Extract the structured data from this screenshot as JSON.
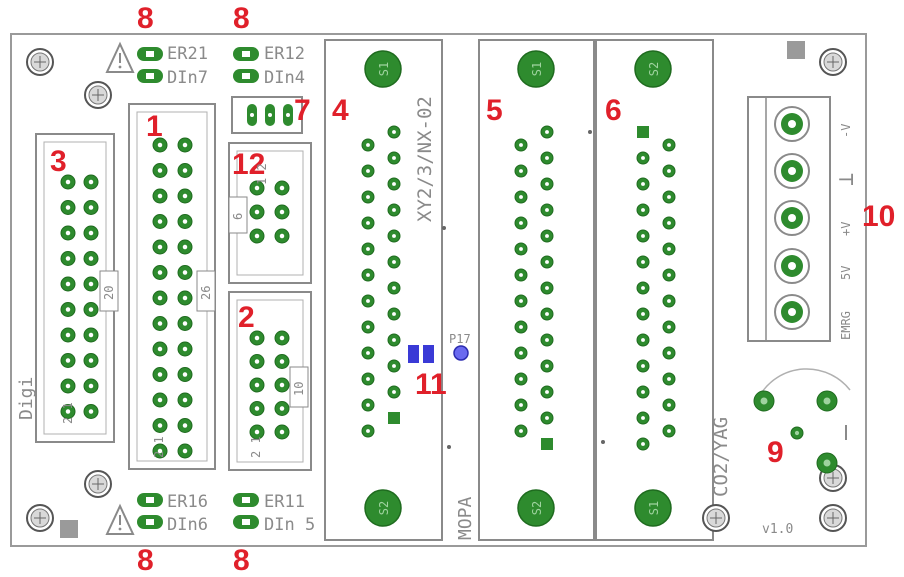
{
  "callouts": {
    "c1": "1",
    "c2": "2",
    "c3": "3",
    "c4": "4",
    "c5": "5",
    "c6": "6",
    "c7": "7",
    "c8": "8",
    "c9": "9",
    "c10": "10",
    "c11": "11",
    "c12": "12"
  },
  "silkscreen": {
    "er21": "ER21",
    "din7": "DIn7",
    "er12": "ER12",
    "din4": "DIn4",
    "er16": "ER16",
    "din6": "DIn6",
    "er11": "ER11",
    "din5": "DIn 5",
    "digi": "Digi",
    "h3_pins": "2  1",
    "h1_pins": "2  1",
    "h2_pins": "2  1",
    "h3_size": "20",
    "h1_size": "26",
    "h2_size": "10",
    "h12_size": "6",
    "h12_pins": "1  2",
    "conn4_model": "XY2/3/NX-02",
    "mopa": "MOPA",
    "co2": "CO2/YAG",
    "p17": "P17",
    "version": "v1.0",
    "t_minus_v": "-V",
    "t_gnd": "⊥",
    "t_plus_v": "+V",
    "t_5v": "5V",
    "t_emrg": "EMRG",
    "s1": "S1",
    "s2": "S2"
  },
  "colors": {
    "pad": "#2e8b2e",
    "pad_stroke": "#1f6b1f",
    "silk": "#8a8a8a",
    "blue_pad": "#3a3ad6",
    "callout": "#e0202a",
    "mount_fill": "#d9d9d9"
  }
}
